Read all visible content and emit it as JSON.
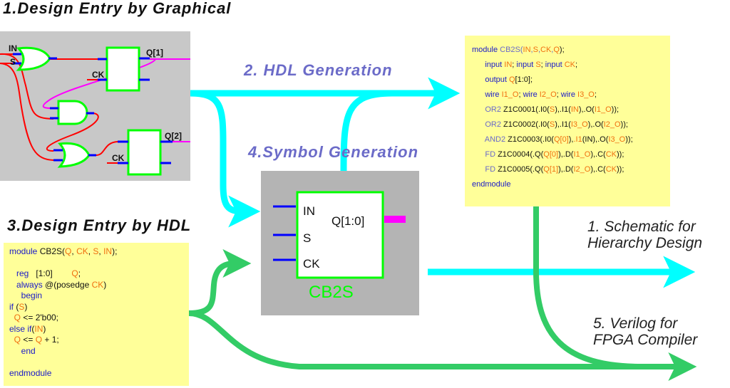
{
  "headings": {
    "graphical": "1.Design Entry by Graphical",
    "hdl_generation": "2. HDL Generation",
    "hdl_entry": "3.Design Entry by HDL",
    "symbol_generation": "4.Symbol Generation"
  },
  "outputs": {
    "schematic_line1": "1. Schematic for",
    "schematic_line2": "Hierarchy Design",
    "verilog_line1": "5. Verilog for",
    "verilog_line2": "FPGA Compiler"
  },
  "schematic": {
    "labels": {
      "in": "IN",
      "s": "S",
      "ck1": "CK",
      "ck2": "CK",
      "q1": "Q[1]",
      "q2": "Q[2]"
    }
  },
  "symbol": {
    "name": "CB2S",
    "pins_in": [
      "IN",
      "S",
      "CK"
    ],
    "pin_out": "Q[1:0]"
  },
  "generated_hdl": [
    [
      [
        "kw",
        "module "
      ],
      [
        "cell",
        "CB2S("
      ],
      [
        "id",
        "IN"
      ],
      [
        "cell",
        ","
      ],
      [
        "id",
        "S"
      ],
      [
        "cell",
        ","
      ],
      [
        "id",
        "CK"
      ],
      [
        "cell",
        ","
      ],
      [
        "id",
        "Q"
      ],
      [
        "",
        ");"
      ]
    ],
    [
      [
        "",
        "      "
      ],
      [
        "kw",
        "input "
      ],
      [
        "id",
        "IN"
      ],
      [
        "",
        "; "
      ],
      [
        "kw",
        "input "
      ],
      [
        "id",
        "S"
      ],
      [
        "",
        "; "
      ],
      [
        "kw",
        "input "
      ],
      [
        "id",
        "CK"
      ],
      [
        "",
        ";"
      ]
    ],
    [
      [
        "",
        "      "
      ],
      [
        "kw",
        "output "
      ],
      [
        "id",
        "Q"
      ],
      [
        "",
        "[1:0];"
      ]
    ],
    [
      [
        "",
        "      "
      ],
      [
        "kw",
        "wire "
      ],
      [
        "id",
        "I1_O"
      ],
      [
        "",
        "; "
      ],
      [
        "kw",
        "wire "
      ],
      [
        "id",
        "I2_O"
      ],
      [
        "",
        "; "
      ],
      [
        "kw",
        "wire "
      ],
      [
        "id",
        "I3_O"
      ],
      [
        "",
        ";"
      ]
    ],
    [
      [
        "",
        "      "
      ],
      [
        "cell",
        "OR2 "
      ],
      [
        "",
        "Z1C0001(.I0("
      ],
      [
        "id",
        "S"
      ],
      [
        "",
        "),.I1("
      ],
      [
        "id",
        "IN"
      ],
      [
        "",
        "),.O("
      ],
      [
        "id",
        "I1_O"
      ],
      [
        "",
        "));"
      ]
    ],
    [
      [
        "",
        "      "
      ],
      [
        "cell",
        "OR2 "
      ],
      [
        "",
        "Z1C0002(.I0("
      ],
      [
        "id",
        "S"
      ],
      [
        "",
        "),.I1("
      ],
      [
        "id",
        "I3_O"
      ],
      [
        "",
        "),.O("
      ],
      [
        "id",
        "I2_O"
      ],
      [
        "",
        "));"
      ]
    ],
    [
      [
        "",
        "      "
      ],
      [
        "cell",
        "AND2 "
      ],
      [
        "",
        "Z1C0003(.I0("
      ],
      [
        "id",
        "Q[0]"
      ],
      [
        "",
        "),"
      ],
      [
        "id",
        ".I1"
      ],
      [
        "",
        "(IN),.O("
      ],
      [
        "id",
        "I3_O"
      ],
      [
        "",
        "));"
      ]
    ],
    [
      [
        "",
        "      "
      ],
      [
        "cell",
        "FD "
      ],
      [
        "",
        "Z1C0004(.Q("
      ],
      [
        "id",
        "Q[0]"
      ],
      [
        "",
        "),.D("
      ],
      [
        "id",
        "I1_O"
      ],
      [
        "",
        "),.C("
      ],
      [
        "id",
        "CK"
      ],
      [
        "",
        "));"
      ]
    ],
    [
      [
        "",
        "      "
      ],
      [
        "cell",
        "FD "
      ],
      [
        "",
        "Z1C0005(.Q("
      ],
      [
        "id",
        "Q[1]"
      ],
      [
        "",
        "),.D("
      ],
      [
        "id",
        "I2_O"
      ],
      [
        "",
        "),.C("
      ],
      [
        "id",
        "CK"
      ],
      [
        "",
        "));"
      ]
    ],
    [
      [
        "kw",
        "endmodule"
      ]
    ]
  ],
  "entry_hdl": [
    [
      [
        "kw",
        "module "
      ],
      [
        "",
        "CB2S("
      ],
      [
        "id",
        "Q"
      ],
      [
        "",
        ", "
      ],
      [
        "id",
        "CK"
      ],
      [
        "",
        ", "
      ],
      [
        "id",
        "S"
      ],
      [
        "",
        ", "
      ],
      [
        "id",
        "IN"
      ],
      [
        "",
        ");"
      ]
    ],
    [
      [
        "",
        ""
      ]
    ],
    [
      [
        "",
        "   "
      ],
      [
        "kw",
        "reg"
      ],
      [
        "",
        "   [1:0]        "
      ],
      [
        "id",
        "Q"
      ],
      [
        "",
        ";"
      ]
    ],
    [
      [
        "",
        "   "
      ],
      [
        "kw",
        "always "
      ],
      [
        "",
        "@(posedge "
      ],
      [
        "id",
        "CK"
      ],
      [
        "",
        ")"
      ]
    ],
    [
      [
        "",
        "     "
      ],
      [
        "kw",
        "begin"
      ]
    ],
    [
      [
        "kw",
        "if "
      ],
      [
        "",
        "("
      ],
      [
        "id",
        "S"
      ],
      [
        "",
        ")"
      ]
    ],
    [
      [
        "",
        "  "
      ],
      [
        "id",
        "Q"
      ],
      [
        "",
        " <= 2'b00;"
      ]
    ],
    [
      [
        "kw",
        "else if"
      ],
      [
        "",
        "("
      ],
      [
        "id",
        "IN"
      ],
      [
        "",
        ")"
      ]
    ],
    [
      [
        "",
        "  "
      ],
      [
        "id",
        "Q"
      ],
      [
        "",
        " <= "
      ],
      [
        "id",
        "Q"
      ],
      [
        "",
        " + 1;"
      ]
    ],
    [
      [
        "",
        "     "
      ],
      [
        "kw",
        "end"
      ]
    ],
    [
      [
        "",
        ""
      ]
    ],
    [
      [
        "kw",
        "endmodule"
      ]
    ]
  ],
  "colors": {
    "cyan_flow": "#00ffff",
    "green_flow": "#33cc66",
    "heading_purple": "#6b6bc8",
    "code_bg": "#ffff99",
    "gate_outline": "#00ff00",
    "wire_red": "#ff0000",
    "wire_magenta": "#ff00ff",
    "pin_blue": "#0000ff"
  }
}
